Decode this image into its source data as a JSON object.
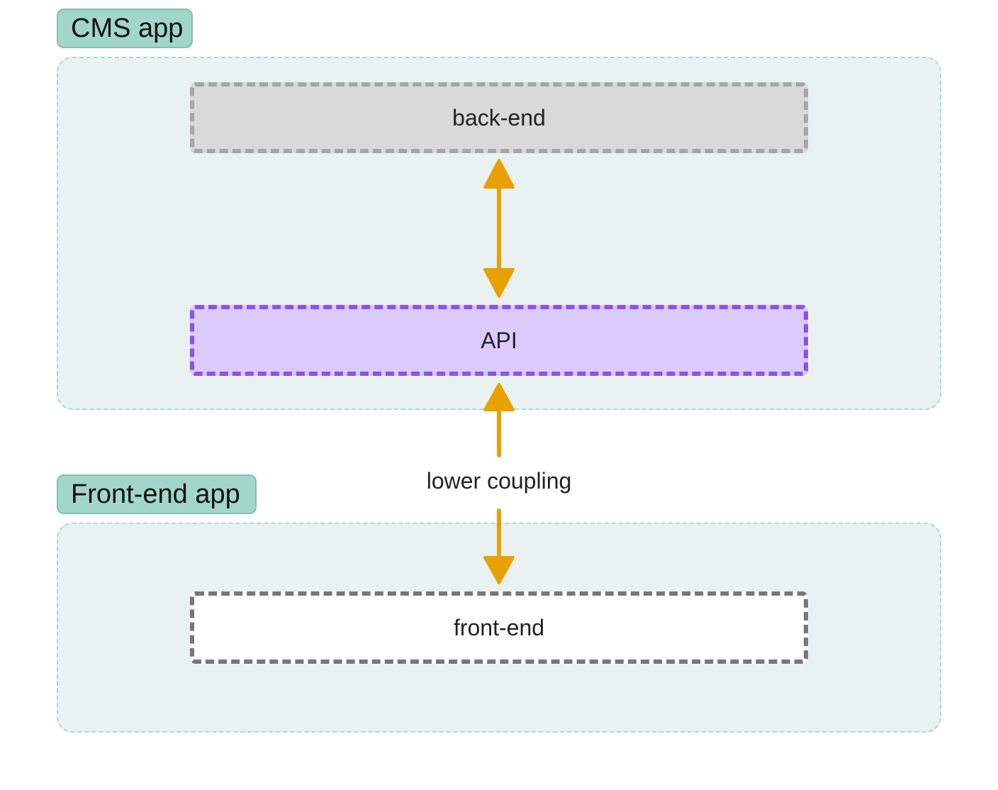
{
  "groups": {
    "cms": {
      "label": "CMS app"
    },
    "frontend_app": {
      "label": "Front-end app"
    }
  },
  "nodes": {
    "backend": {
      "label": "back-end"
    },
    "api": {
      "label": "API"
    },
    "frontend": {
      "label": "front-end"
    }
  },
  "links": {
    "coupling": {
      "label": "lower coupling"
    }
  },
  "colors": {
    "group_tag": "#a1d6c8",
    "group_panel": "#e9f2f0",
    "backend_fill": "#d9d9d9",
    "api_fill": "#dccafd",
    "api_border": "#8a51f5",
    "arrow": "#e8a100"
  }
}
